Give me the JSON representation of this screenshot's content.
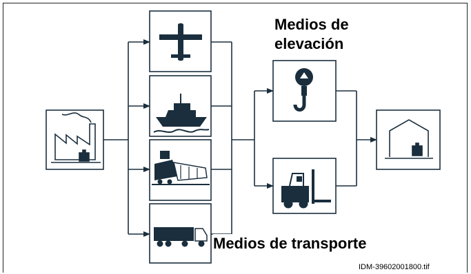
{
  "labels": {
    "lifting_means_line1": "Medios de",
    "lifting_means_line2": "elevación",
    "transport_means": "Medios de transporte"
  },
  "document_id": "IDM-39602001800.tif",
  "icons": [
    "factory-icon",
    "airplane-icon",
    "ship-icon",
    "train-icon",
    "truck-icon",
    "crane-hook-icon",
    "forklift-icon",
    "warehouse-icon"
  ],
  "colors": {
    "ink": "#1a2e3d",
    "box_border": "#1a2e3d",
    "background": "#ffffff"
  }
}
